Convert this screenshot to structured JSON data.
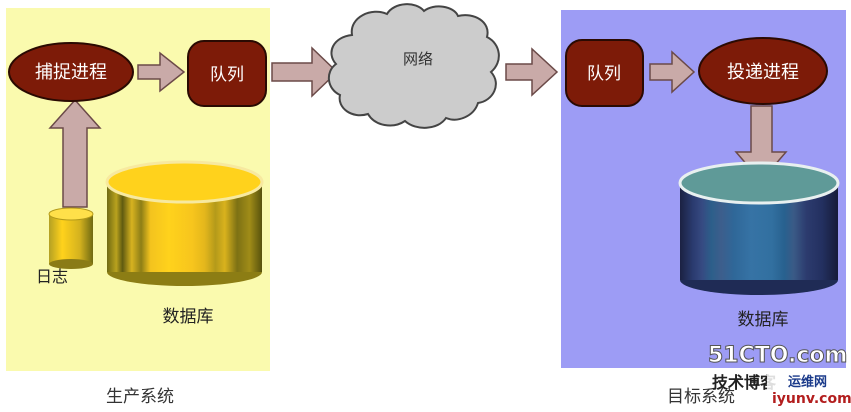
{
  "production_system": {
    "label": "生产系统",
    "capture_process": "捕捉进程",
    "queue": "队列",
    "log": "日志",
    "database": "数据库"
  },
  "network": {
    "label": "网络"
  },
  "target_system": {
    "label": "目标系统",
    "queue": "队列",
    "delivery_process": "投递进程",
    "database": "数据库"
  },
  "watermark": {
    "brand": "51CTO.com",
    "tagline": "技术博客",
    "partner": "运维网",
    "url": "iyunv.com"
  },
  "colors": {
    "production_bg": "#fafaae",
    "target_bg": "#9d9cf5",
    "process_fill": "#7d1b08",
    "arrow_fill": "#c9aaa8",
    "cloud_fill": "#cccccc",
    "source_db": "#f3c31e",
    "target_db": "#2f3e72"
  }
}
